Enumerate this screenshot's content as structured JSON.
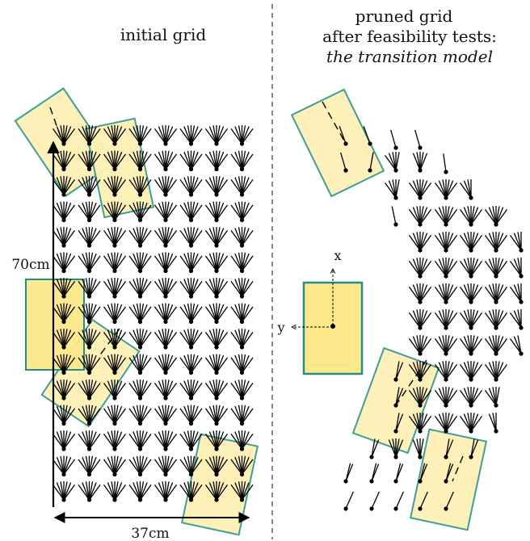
{
  "left_panel": {
    "title": "initial grid",
    "dim_height": "70cm",
    "dim_width": "37cm"
  },
  "right_panel": {
    "title_line1": "pruned grid",
    "title_line2": "after feasibility tests:",
    "title_line3": "the transition model",
    "axis_x": "x",
    "axis_y": "y"
  },
  "colors": {
    "footprint_fill": "#fdf0b5",
    "footprint_stroke": "#3f9e97",
    "robot_fill": "#fde88a",
    "robot_stroke": "#1f8f87",
    "ink": "#000000"
  }
}
